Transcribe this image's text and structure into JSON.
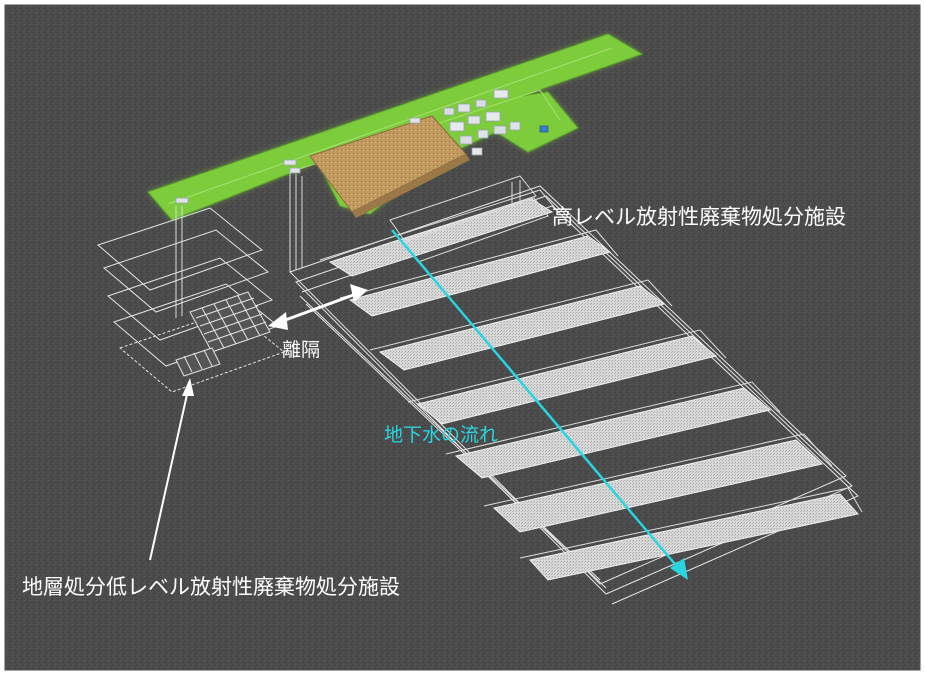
{
  "labels": {
    "hlw_facility": "高レベル放射性廃棄物処分施設",
    "separation": "離隔",
    "groundwater_flow": "地下水の流れ",
    "llw_facility": "地層処分低レベル放射性廃棄物処分施設"
  },
  "colors": {
    "background": "#4a4a4a",
    "surface_green": "#7fcf3a",
    "excavation_pit": "#c8a065",
    "groundwater_arrow": "#27d6e0",
    "outline": "#e8e8e8"
  }
}
